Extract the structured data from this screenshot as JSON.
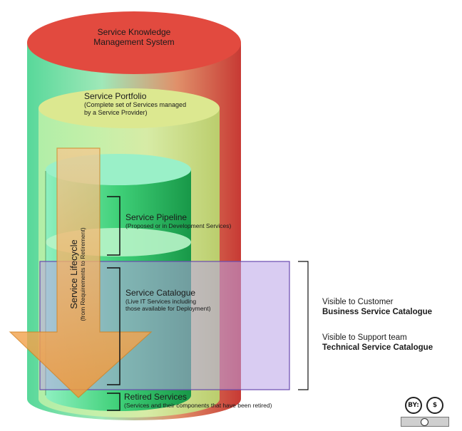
{
  "skms": {
    "title_line1": "Service Knowledge",
    "title_line2": "Management System"
  },
  "portfolio": {
    "title": "Service Portfolio",
    "desc_line1": "(Complete set of Services managed",
    "desc_line2": "by a Service Provider)"
  },
  "pipeline": {
    "title": "Service Pipeline",
    "desc": "(Proposed or in Development Services)"
  },
  "catalogue": {
    "title": "Service Catalogue",
    "desc_line1": "(Live IT Services including",
    "desc_line2": "those available for Deployment)"
  },
  "retired": {
    "title": "Retired Services",
    "desc": "(Services and their components that have been retired)"
  },
  "lifecycle": {
    "title": "Service Lifecycle",
    "subtitle": "(from Requirements to Retirement)"
  },
  "visibility": {
    "customer_label": "Visible to Customer",
    "customer_catalogue": "Business Service Catalogue",
    "support_label": "Visible to Support team",
    "support_catalogue": "Technical Service Catalogue"
  },
  "license": {
    "by_icon": "cc-by-icon",
    "nc_icon": "cc-noncommercial-icon",
    "by_text": "BY:",
    "nc_text": "$"
  },
  "colors": {
    "skms": "#e0473e",
    "portfolio": "#c8f0a0",
    "catalogue": "#2fc46a",
    "purple_overlay": "#b9a3e8",
    "arrow": "#f0a040"
  }
}
